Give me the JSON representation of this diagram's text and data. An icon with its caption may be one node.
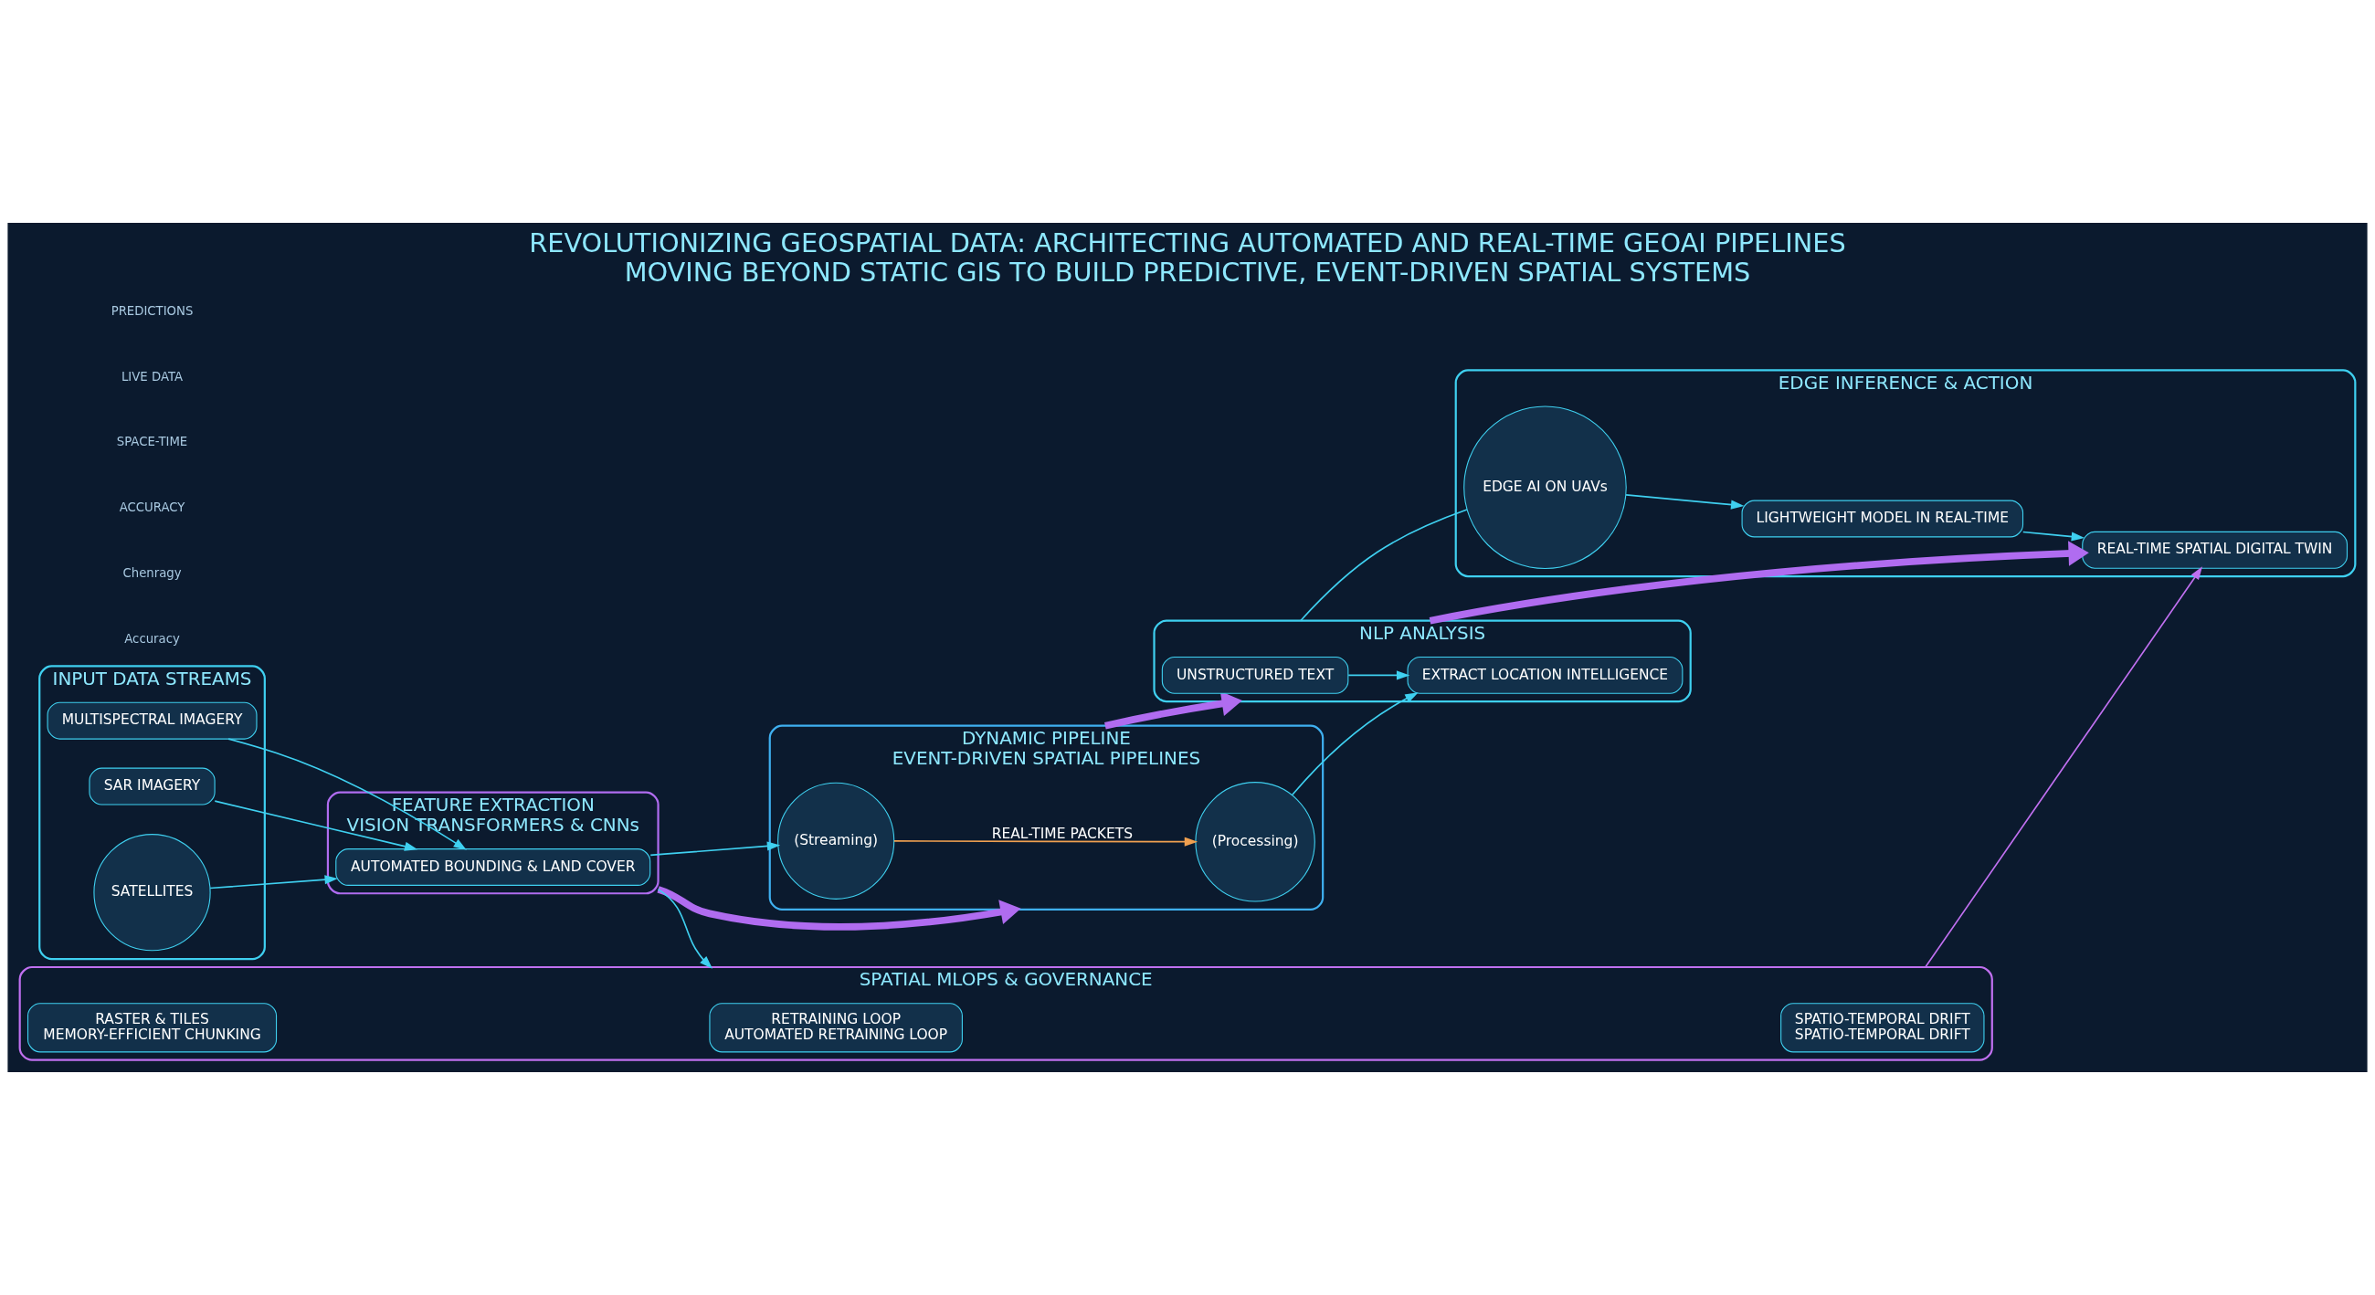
{
  "diagram": {
    "title": "REVOLUTIONIZING GEOSPATIAL DATA: ARCHITECTING AUTOMATED AND REAL-TIME GEOAI PIPELINES",
    "caption": "MOVING BEYOND STATIC GIS TO BUILD PREDICTIVE, EVENT-DRIVEN SPATIAL SYSTEMS",
    "nodes": [
      {
        "text": [
          "INPUT DATA STREAMS"
        ]
      },
      {
        "text": [
          "SATELLITES"
        ],
        "in": 0
      },
      {
        "text": [
          "MULTISPECTRAL IMAGERY"
        ],
        "in": 0
      },
      {
        "text": [
          "SAR IMAGERY"
        ],
        "in": 0
      },
      {
        "text": [
          "FEATURE EXTRACTION",
          "VISION TRANSFORMERS & CNNs"
        ]
      },
      {
        "text": [
          "AUTOMATED BOUNDING & LAND COVER"
        ],
        "in": 4
      },
      {
        "text": [
          "DYNAMIC PIPELINE",
          "EVENT-DRIVEN SPATIAL PIPELINES"
        ]
      },
      {
        "text": [
          "(Streaming)"
        ],
        "in": 6
      },
      {
        "text": [
          "(Processing)"
        ],
        "in": 6
      },
      {
        "text": [
          "NLP ANALYSIS"
        ]
      },
      {
        "text": [
          "UNSTRUCTURED TEXT"
        ],
        "in": 9
      },
      {
        "text": [
          "EXTRACT LOCATION INTELLIGENCE"
        ],
        "in": 9
      },
      {
        "text": [
          "EDGE INFERENCE & ACTION"
        ]
      },
      {
        "text": [
          "EDGE AI ON UAVs"
        ],
        "in": 12
      },
      {
        "text": [
          "LIGHTWEIGHT MODEL IN REAL-TIME"
        ],
        "in": 12
      },
      {
        "text": [
          "REAL-TIME SPATIAL DIGITAL TWIN"
        ],
        "in": 12
      },
      {
        "text": [
          "SPATIAL MLOPS & GOVERNANCE"
        ]
      },
      {
        "text": [
          "SPATIO-TEMPORAL DRIFT",
          "SPATIO-TEMPORAL DRIFT"
        ],
        "in": 16
      },
      {
        "text": [
          "RASTER & TILES",
          "MEMORY-EFFICIENT CHUNKING"
        ],
        "in": 16
      },
      {
        "text": [
          "RETRAINING LOOP",
          "AUTOMATED RETRAINING LOOP"
        ],
        "in": 16
      }
    ],
    "edges": [
      {
        "from": 1,
        "to": 5,
        "arrow": "to"
      },
      {
        "from": 2,
        "to": 5,
        "arrow": "to"
      },
      {
        "from": 3,
        "to": 5,
        "arrow": "to"
      },
      {
        "from": 4,
        "to": 6,
        "arrow": "to",
        "style": "thick",
        "color": "#b06cf0"
      },
      {
        "from": 5,
        "to": 7,
        "arrow": "to"
      },
      {
        "from": 7,
        "to": 8,
        "arrow": "to",
        "label": "REAL-TIME PACKETS",
        "color": "#f0a050"
      },
      {
        "from": 6,
        "to": 9,
        "arrow": "to",
        "style": "thick",
        "color": "#b06cf0"
      },
      {
        "from": 8,
        "to": 11,
        "arrow": "to"
      },
      {
        "from": 10,
        "to": 11,
        "arrow": "to"
      },
      {
        "from": 9,
        "to": 15,
        "arrow": "to",
        "style": "thick",
        "color": "#b06cf0"
      },
      {
        "from": 9,
        "to": 13,
        "arrow": "none"
      },
      {
        "from": 13,
        "to": 14,
        "arrow": "to"
      },
      {
        "from": 14,
        "to": 15,
        "arrow": "to"
      },
      {
        "from": 4,
        "to": 16,
        "arrow": "to"
      },
      {
        "from": 16,
        "to": 15,
        "arrow": "to",
        "color": "#c070f0"
      }
    ],
    "labels": [
      "Accuracy",
      "Chenragy",
      "ACCURACY",
      "SPACE-TIME",
      "LIVE DATA",
      "PREDICTIONS"
    ]
  }
}
